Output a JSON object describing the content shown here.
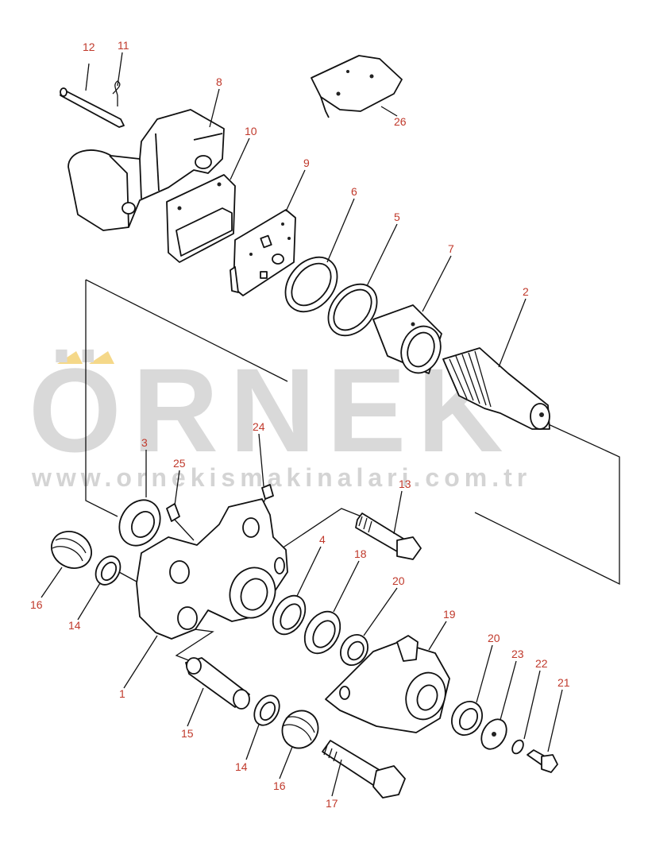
{
  "watermark": {
    "brand": "ÖRNEK",
    "url": "www.ornekismakinalari.com.tr",
    "accent_color": "#f5d889",
    "text_color": "#d9d9d9"
  },
  "callouts": {
    "c1": "1",
    "c2": "2",
    "c3": "3",
    "c4": "4",
    "c5": "5",
    "c6": "6",
    "c7": "7",
    "c8": "8",
    "c9": "9",
    "c10": "10",
    "c11": "11",
    "c12": "12",
    "c13": "13",
    "c14a": "14",
    "c14b": "14",
    "c15": "15",
    "c16a": "16",
    "c16b": "16",
    "c17": "17",
    "c18": "18",
    "c19": "19",
    "c20a": "20",
    "c20b": "20",
    "c21": "21",
    "c22": "22",
    "c23": "23",
    "c24": "24",
    "c25": "25",
    "c26": "26"
  },
  "colors": {
    "label": "#c0392b",
    "line": "#111111"
  }
}
